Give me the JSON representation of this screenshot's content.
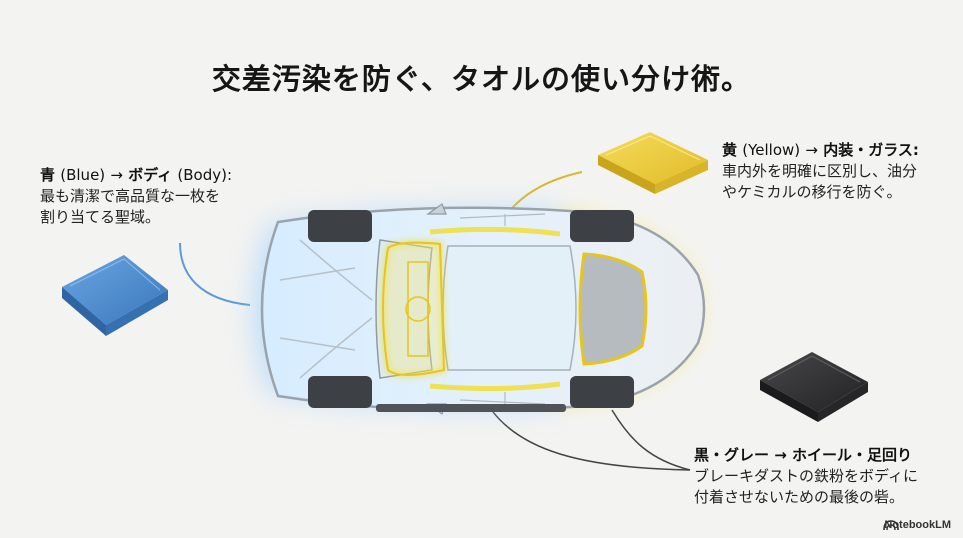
{
  "title": "交差汚染を防ぐ、タオルの使い分け術。",
  "notes": {
    "blue": {
      "color_name": "青",
      "color_en": "(Blue)",
      "arrow": "→",
      "target": "ボディ",
      "target_en": "(Body):",
      "lines": [
        "最も清潔で高品質な一枚を",
        "割り当てる聖域。"
      ]
    },
    "yellow": {
      "color_name": "黄",
      "color_en": "(Yellow)",
      "arrow": "→",
      "target": "内装・ガラス:",
      "lines": [
        "車内外を明確に区別し、油分",
        "やケミカルの移行を防ぐ。"
      ]
    },
    "black": {
      "head": "黒・グレー → ホイール・足回り",
      "lines": [
        "ブレーキダストの鉄粉をボディに",
        "付着させないための最後の砦。"
      ]
    }
  },
  "logo": "NotebookLM",
  "colors": {
    "blue_towel": "#4f8fd0",
    "yellow_towel": "#f0cf3e",
    "black_towel": "#2f2f31",
    "blue_glow": "#7fc3ff",
    "yellow_glow": "#f2dc2a"
  }
}
